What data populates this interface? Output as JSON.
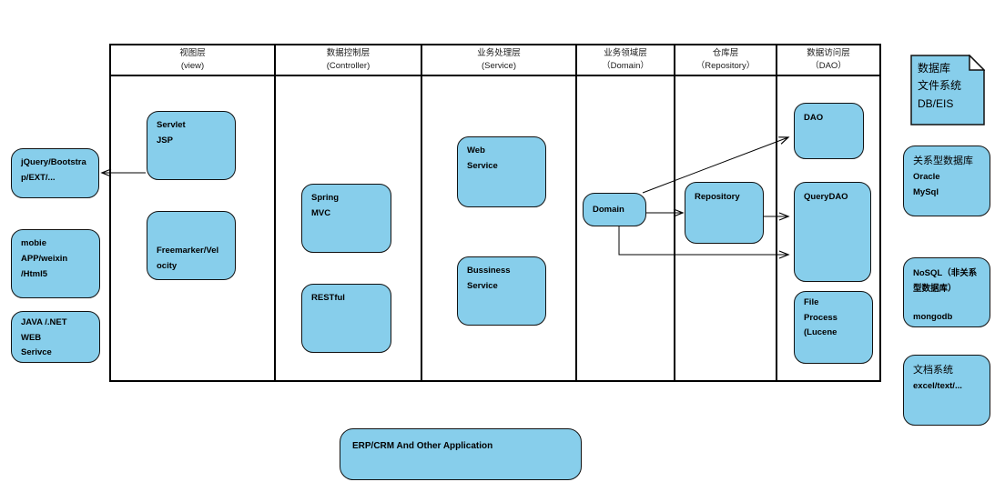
{
  "diagram": {
    "layers": [
      {
        "cn": "视图层",
        "en": "(view)"
      },
      {
        "cn": "数据控制层",
        "en": "(Controller)"
      },
      {
        "cn": "业务处理层",
        "en": "(Service)"
      },
      {
        "cn": "业务领域层",
        "en": "（Domain）"
      },
      {
        "cn": "仓库层",
        "en": "（Repository）"
      },
      {
        "cn": "数据访问层",
        "en": "（DAO）"
      }
    ],
    "nodes": {
      "jquery": "jQuery/Bootstra\np/EXT/...",
      "mobile": "mobie\nAPP/weixin\n/Html5",
      "java_net": "JAVA /.NET\nWEB\nSerivce",
      "servlet": "Servlet\nJSP",
      "freemarker": "Freemarker/Vel\nocity",
      "spring": "Spring\nMVC",
      "restful": "RESTful",
      "web_service": "Web\nService",
      "bussiness": "Bussiness\nService",
      "domain": "Domain",
      "repository": "Repository",
      "dao": "DAO",
      "querydao": "QueryDAO",
      "fileprocess": "File\nProcess\n(Lucene",
      "erp": "ERP/CRM And Other Application"
    },
    "right_panel": {
      "note_text": "数据库\n文件系统\nDB/EIS",
      "rdbms_lines": [
        "关系型数据库",
        "Oracle",
        "MySql"
      ],
      "nosql_lines": [
        "NoSQL（非关系",
        "型数据库）",
        "mongodb"
      ],
      "doc_lines": [
        "文档系统",
        "excel/text/..."
      ]
    },
    "colors": {
      "node_fill": "#87CEEB",
      "node_border": "#111111",
      "line": "#000000",
      "background": "#FFFFFF"
    }
  }
}
